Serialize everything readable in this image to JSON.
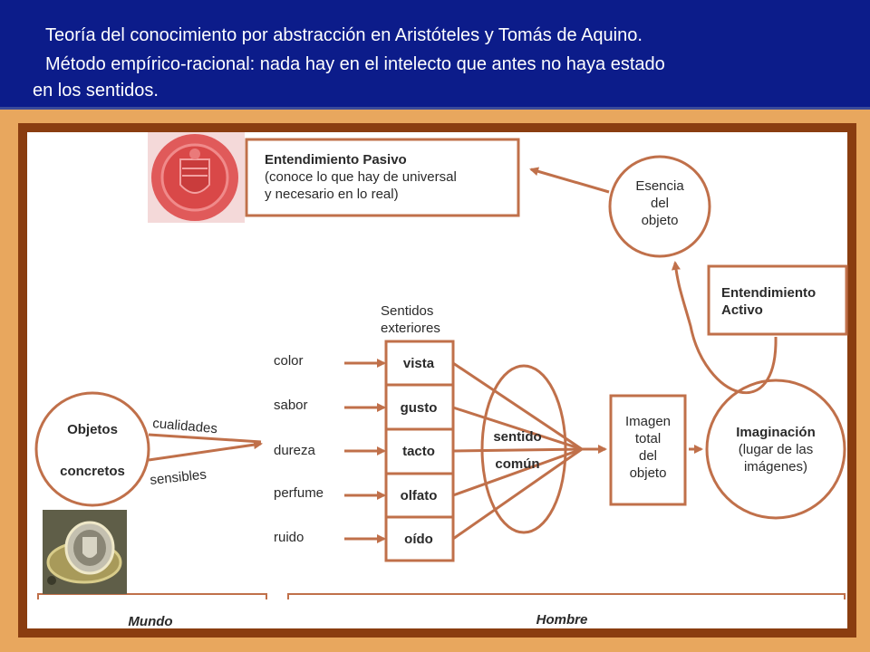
{
  "header": {
    "line1": "Teoría del conocimiento por abstracción en Aristóteles y Tomás de Aquino.",
    "line2": "Método empírico-racional: nada hay en el intelecto que antes no haya estado",
    "line3": "en los sentidos."
  },
  "colors": {
    "header_bg": "#0c1c8a",
    "page_bg": "#e8a75e",
    "frame": "#8a3d10",
    "diagram_stroke": "#c0704a"
  },
  "diagram": {
    "entendimiento_pasivo": {
      "title": "Entendimiento Pasivo",
      "line1": "(conoce lo que hay de universal",
      "line2": "y necesario en lo real)"
    },
    "esencia": {
      "l1": "Esencia",
      "l2": "del",
      "l3": "objeto"
    },
    "entendimiento_activo": {
      "l1": "Entendimiento",
      "l2": "Activo"
    },
    "sentidos_header": {
      "l1": "Sentidos",
      "l2": "exteriores"
    },
    "qualities": [
      "color",
      "sabor",
      "dureza",
      "perfume",
      "ruido"
    ],
    "senses": [
      "vista",
      "gusto",
      "tacto",
      "olfato",
      "oído"
    ],
    "objetos": {
      "l1": "Objetos",
      "l2": "concretos"
    },
    "cualidades": "cualidades",
    "sensibles": "sensibles",
    "sentido_comun": {
      "l1": "sentido",
      "l2": "común"
    },
    "imagen": {
      "l1": "Imagen",
      "l2": "total",
      "l3": "del",
      "l4": "objeto"
    },
    "imaginacion": {
      "l1": "Imaginación",
      "l2": "(lugar de las",
      "l3": "imágenes)"
    },
    "mundo": "Mundo",
    "hombre": "Hombre"
  },
  "images": {
    "stamp": "red-wax-seal",
    "ring": "signet-ring-photo"
  }
}
